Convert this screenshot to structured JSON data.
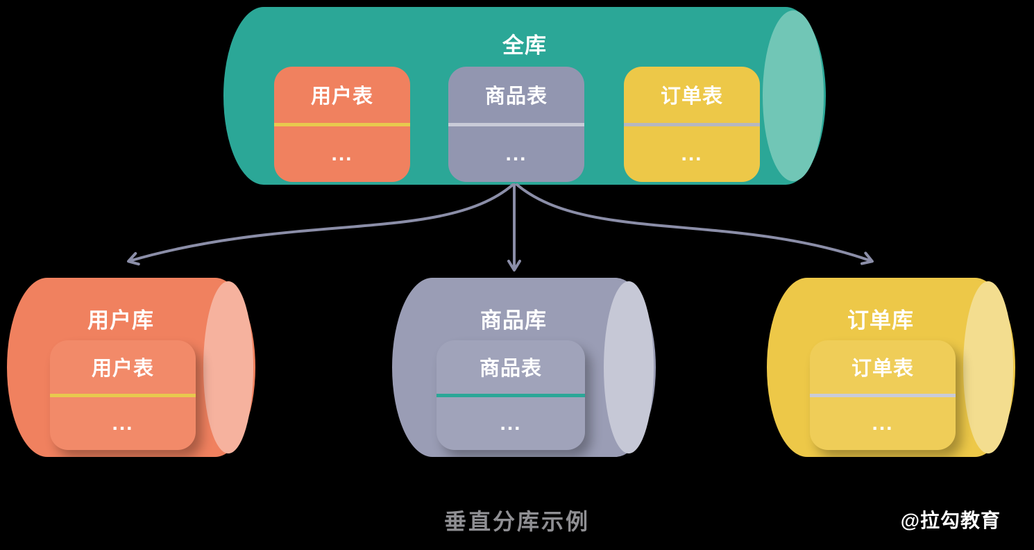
{
  "background": "#000000",
  "caption": "垂直分库示例",
  "watermark": "@拉勾教育",
  "colors": {
    "background": "#000000",
    "teal": "#2ba797",
    "teal-light": "#71c6b6",
    "salmon": "#f0815f",
    "salmon-light": "#f6b29e",
    "salmon-card": "#f28a69",
    "purple": "#9a9db5",
    "purple-light": "#c6c8d6",
    "purple-card": "#9296b0",
    "purple-card2": "#a0a3ba",
    "yellow": "#edc848",
    "yellow-light": "#f3dd8f",
    "yellow-card": "#efcd58",
    "arrow": "#8b8ea8",
    "line-yellow": "#e8c94e",
    "line-gray": "#b6b7bf",
    "line-lightgray": "#c9cbd8",
    "line-teal": "#2ba797",
    "caption-color": "#8f8f93"
  },
  "top_db": {
    "label": "全库",
    "tables": [
      {
        "name": "用户表",
        "rows": "..."
      },
      {
        "name": "商品表",
        "rows": "..."
      },
      {
        "name": "订单表",
        "rows": "..."
      }
    ]
  },
  "shards": [
    {
      "label": "用户库",
      "table": {
        "name": "用户表",
        "rows": "..."
      }
    },
    {
      "label": "商品库",
      "table": {
        "name": "商品表",
        "rows": "..."
      }
    },
    {
      "label": "订单库",
      "table": {
        "name": "订单表",
        "rows": "..."
      }
    }
  ]
}
